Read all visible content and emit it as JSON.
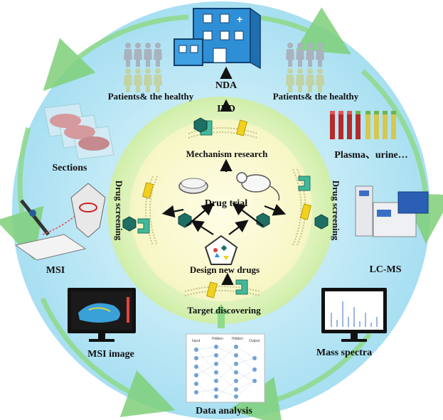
{
  "labels": {
    "nda": "NDA",
    "ind": "IND",
    "patients_left": "Patients& the healthy",
    "patients_right": "Patients& the healthy",
    "sections": "Sections",
    "plasma": "Plasma、urine…",
    "mechanism": "Mechanism research",
    "drug_trial": "Drug trial",
    "drug_screening_left": "Drug screening",
    "drug_screening_right": "Drug screening",
    "design": "Design new drugs",
    "target": "Target discovering",
    "msi": "MSI",
    "lcms": "LC-MS",
    "msi_image": "MSI image",
    "mass_spectra": "Mass spectra",
    "data_analysis": "Data analysis"
  },
  "network_headers": [
    "Input",
    "Hidden",
    "Hidden",
    "Output"
  ],
  "colors": {
    "outer_ring": "#b9e6f5",
    "inner_ring": "#dff3c4",
    "center": "#fbfad2",
    "arrows": "#7fd07a",
    "building": "#2f8fd6",
    "people": "#a9b3bd",
    "receptor": "#43b89a",
    "ligand": "#f1d11e",
    "hexagon": "#1e6f64"
  }
}
